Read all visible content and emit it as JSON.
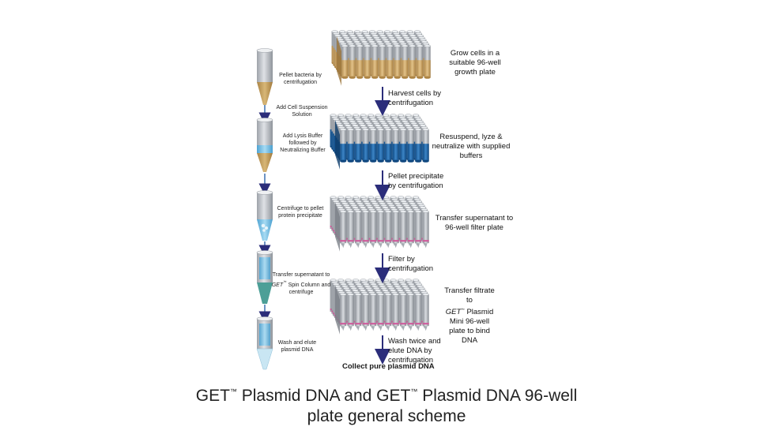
{
  "tube_steps": [
    "Pellet bacteria by centrifugation",
    "Add Cell Suspension Solution",
    "Add Lysis Buffer followed by Neutralizing Buffer",
    "Centrifuge to pellet protein precipitate",
    "Transfer supernatant to",
    "Spin Column and centrifuge",
    "Wash and elute plasmid DNA"
  ],
  "plate_steps": [
    "Grow cells in a suitable 96-well growth plate",
    "Harvest cells by centrifugation",
    "Resuspend, lyze & neutralize with supplied buffers",
    "Pellet precipitate by centrifugation",
    "Transfer supernatant to 96-well filter plate",
    "Filter by centrifugation",
    "Transfer filtrate to",
    "Plasmid Mini 96-well plate to bind DNA",
    "Wash twice and elute DNA by centrifugation"
  ],
  "collect_label": "Collect pure plasmid DNA",
  "brand": "GET",
  "tm": "™",
  "caption": {
    "part1": "Plasmid DNA and",
    "part2": "Plasmid DNA 96-well plate general scheme"
  },
  "colors": {
    "tube_gray": "#b9bdc3",
    "pellet_tan": "#c8a567",
    "lysis_blue": "#7bc3e6",
    "plate_blue": "#1b5f9e",
    "spin_teal": "#4c9f97",
    "arrow_navy": "#2b2d7a",
    "pink_filter": "#d0579a"
  }
}
